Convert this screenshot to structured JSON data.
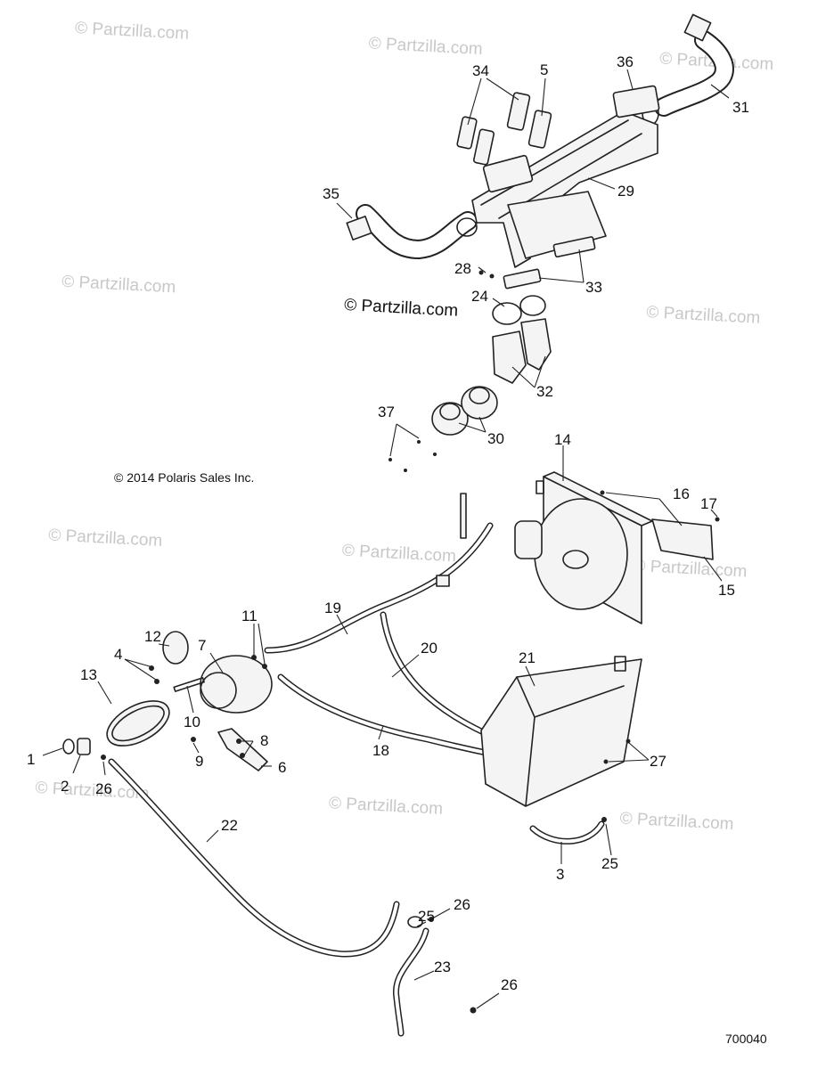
{
  "watermark": "© Partzilla.com",
  "center_watermark": "© Partzilla.com",
  "copyright": "© 2014 Polaris Sales Inc.",
  "figure_number": "700040",
  "callouts": {
    "c1": "1",
    "c2": "2",
    "c3": "3",
    "c4": "4",
    "c5": "5",
    "c6": "6",
    "c7": "7",
    "c8": "8",
    "c9": "9",
    "c10": "10",
    "c11": "11",
    "c12": "12",
    "c13": "13",
    "c14": "14",
    "c15": "15",
    "c16": "16",
    "c17": "17",
    "c18": "18",
    "c19": "19",
    "c20": "20",
    "c21": "21",
    "c22": "22",
    "c23": "23",
    "c24": "24",
    "c25a": "25",
    "c25b": "25",
    "c26a": "26",
    "c26b": "26",
    "c26c": "26",
    "c27": "27",
    "c28": "28",
    "c29": "29",
    "c30": "30",
    "c31": "31",
    "c32": "32",
    "c33": "33",
    "c34": "34",
    "c35": "35",
    "c36": "36",
    "c37": "37"
  }
}
